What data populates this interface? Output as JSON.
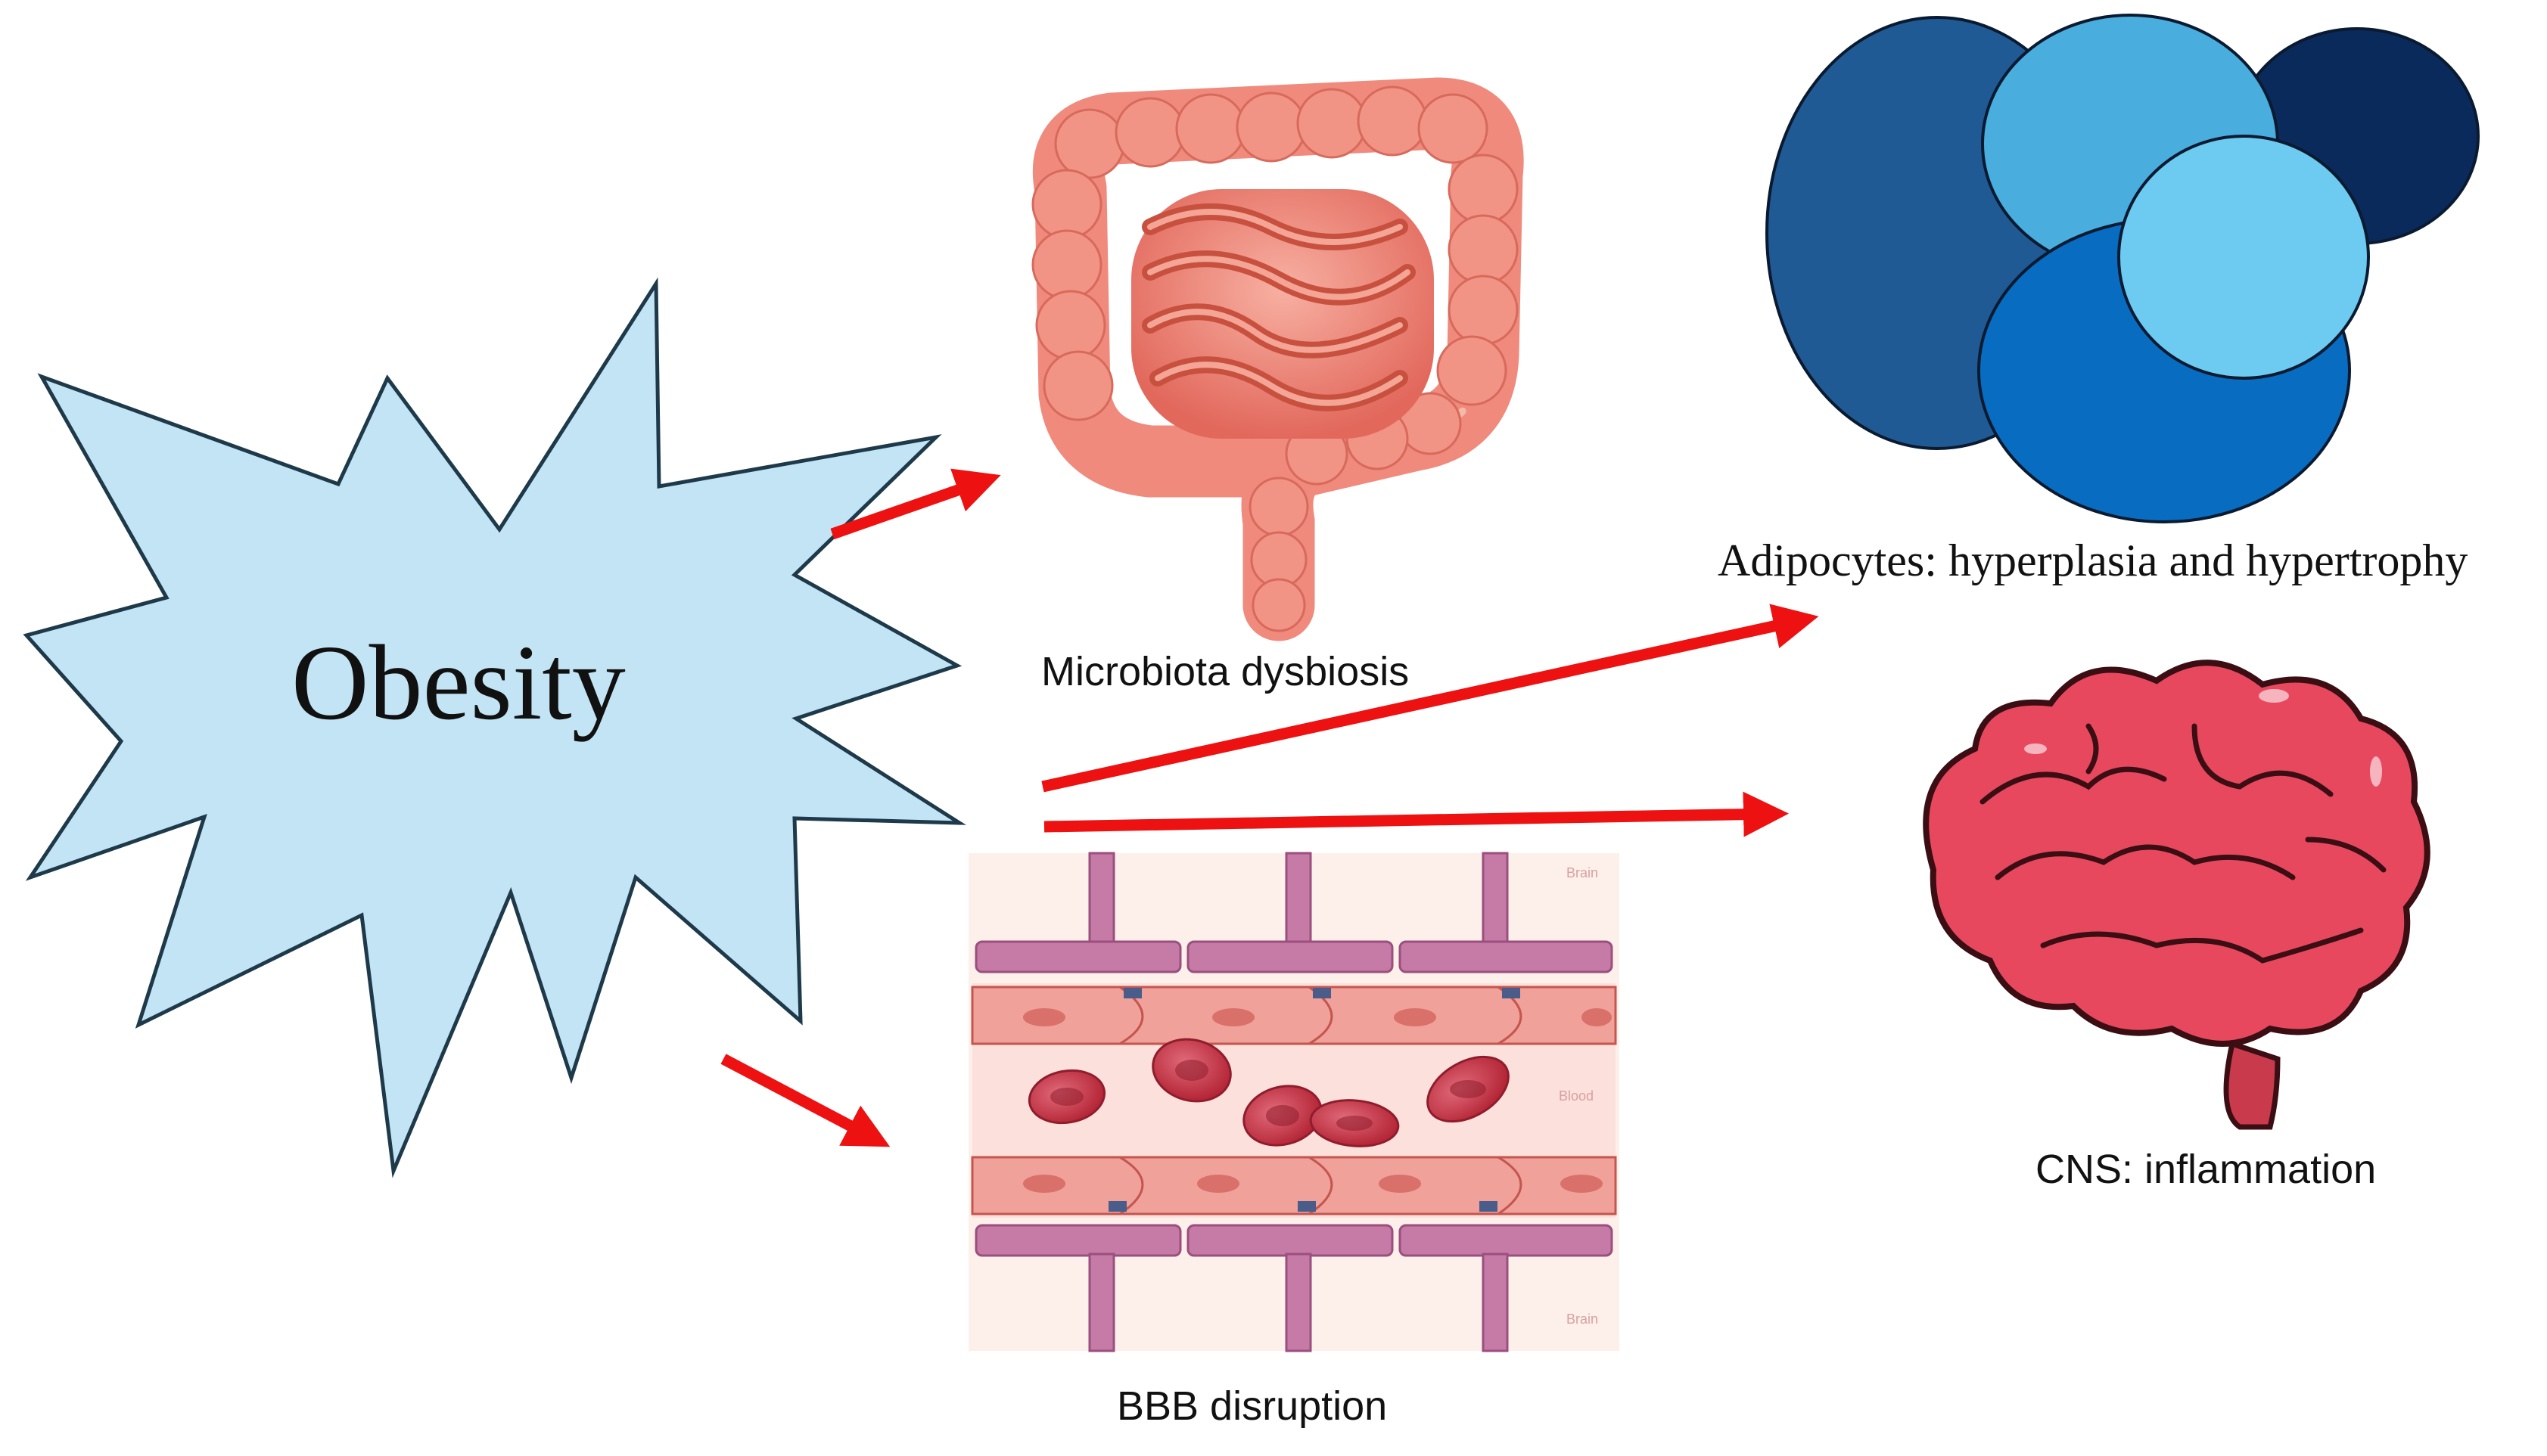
{
  "labels": {
    "obesity": "Obesity",
    "microbiota": "Microbiota dysbiosis",
    "adipocytes": "Adipocytes: hyperplasia and hypertrophy",
    "cns": "CNS: inflammation",
    "bbb": "BBB disruption",
    "bbb_brain_top": "Brain",
    "bbb_blood": "Blood",
    "bbb_brain_bottom": "Brain"
  },
  "colors": {
    "star_fill": "#c3e4f5",
    "star_stroke": "#1e3a4a",
    "arrow": "#ee1111",
    "intestine": "#ef7f72",
    "brain": "#e8485e",
    "adipocyte_1": "#1f5a94",
    "adipocyte_2": "#49aede",
    "adipocyte_3": "#0a2a5c",
    "adipocyte_4": "#6dcaf0",
    "adipocyte_5": "#086cc0"
  },
  "icons": [
    "starburst",
    "intestine-illustration",
    "adipocyte-cluster",
    "brain-illustration",
    "blood-brain-barrier-illustration"
  ]
}
